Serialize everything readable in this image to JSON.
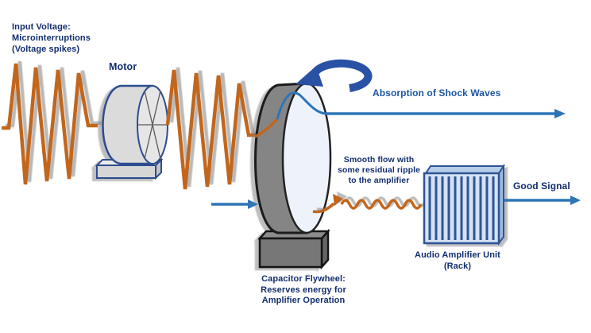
{
  "diagram": {
    "labels": {
      "source_lines": [
        "Input Voltage:",
        "Microinterruptions",
        "(Voltage spikes)"
      ],
      "motor": "Motor",
      "top_flow": "Absorption of Shock Waves",
      "ripple_note_lines": [
        "Smooth flow with",
        "some residual ripple",
        "to the amplifier"
      ],
      "output": "Good Signal",
      "amplifier_lines": [
        "Audio Amplifier Unit",
        "(Rack)"
      ],
      "capacitor_lines": [
        "Capacitor Flywheel:",
        "Reserves energy for",
        "Amplifier Operation"
      ]
    },
    "colors": {
      "label_text": "#122E6E",
      "flow_label_text": "#1D55A0",
      "noisy_wave_orange": "#C2661C",
      "clean_line_blue": "#2E75B6",
      "rotation_arrow_blue": "#2A52A4",
      "motor_body_gray": "#DBDBDB",
      "motor_outline_blue": "#2E4D8F",
      "drum_body_gray": "#858585",
      "drum_face_light": "#EEF3FB",
      "heatsink_fill": "#D4E2F4",
      "heatsink_line": "#2F5496"
    }
  }
}
